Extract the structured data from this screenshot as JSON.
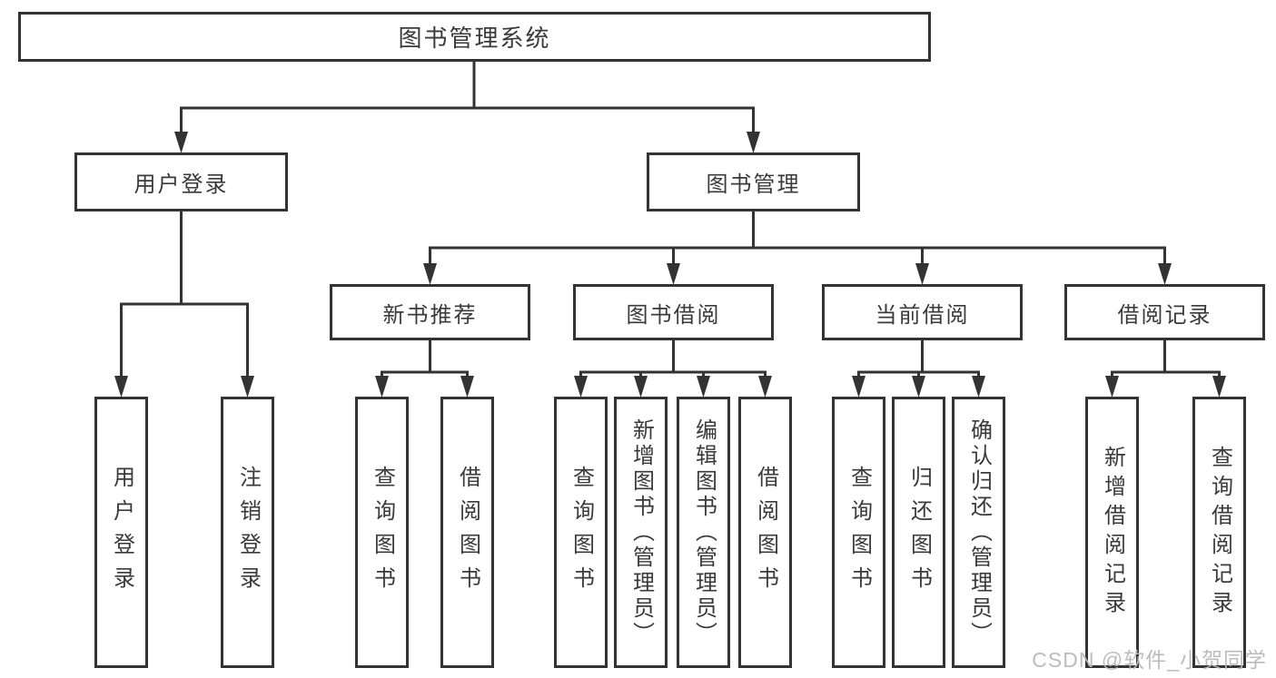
{
  "diagram": {
    "title": "图书管理系统",
    "root": {
      "label": "图书管理系统"
    },
    "level2": [
      {
        "label": "用户登录"
      },
      {
        "label": "图书管理"
      }
    ],
    "level3": [
      {
        "label": "新书推荐"
      },
      {
        "label": "图书借阅"
      },
      {
        "label": "当前借阅"
      },
      {
        "label": "借阅记录"
      }
    ],
    "leaves": {
      "user_login": [
        "用户登录",
        "注销登录"
      ],
      "new_books": [
        "查询图书",
        "借阅图书"
      ],
      "book_borrow": [
        "查询图书",
        "新增图书（管理员）",
        "编辑图书（管理员）",
        "借阅图书"
      ],
      "current_borrow": [
        "查询图书",
        "归还图书",
        "确认归还（管理员）"
      ],
      "borrow_records": [
        "新增借阅记录",
        "查询借阅记录"
      ]
    }
  },
  "watermark": "CSDN @软件_小贺同学",
  "colors": {
    "line": "#333333",
    "text": "#3a3a3a",
    "watermark": "#b9b9b9",
    "background": "#ffffff"
  }
}
